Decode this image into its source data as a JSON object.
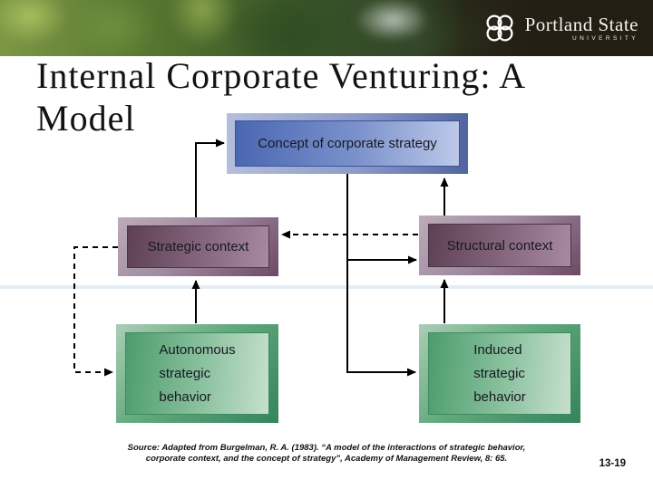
{
  "header": {
    "logo_name": "Portland State",
    "logo_sub": "UNIVERSITY"
  },
  "title": "Internal Corporate Venturing: A Model",
  "diagram": {
    "nodes": {
      "concept": {
        "label": "Concept of corporate strategy",
        "color_dark": "#4a67b2",
        "color_light": "#bdc9e9"
      },
      "strategic": {
        "label": "Strategic context",
        "color_dark": "#5e4055",
        "color_light": "#a88ba0"
      },
      "structural": {
        "label": "Structural context",
        "color_dark": "#5e4055",
        "color_light": "#a88ba0"
      },
      "autonomous": {
        "label": "Autonomous strategic behavior",
        "color_dark": "#4d9c6e",
        "color_light": "#c6e0cd"
      },
      "induced": {
        "label": "Induced strategic behavior",
        "color_dark": "#4d9c6e",
        "color_light": "#c6e0cd"
      }
    },
    "edges": [
      {
        "from": "strategic",
        "to": "concept",
        "style": "solid"
      },
      {
        "from": "concept",
        "to": "structural",
        "style": "solid"
      },
      {
        "from": "concept",
        "to": "induced",
        "style": "solid"
      },
      {
        "from": "structural",
        "to": "concept",
        "style": "solid"
      },
      {
        "from": "induced",
        "to": "structural",
        "style": "solid"
      },
      {
        "from": "autonomous",
        "to": "strategic",
        "style": "solid"
      },
      {
        "from": "structural",
        "to": "strategic",
        "style": "dashed"
      },
      {
        "from": "strategic",
        "to": "autonomous",
        "style": "dashed"
      }
    ],
    "line_color": "#000000"
  },
  "footer": {
    "source_line1": "Source: Adapted from Burgelman, R. A. (1983). “A model of the interactions of strategic behavior,",
    "source_line2": "corporate context, and the concept of strategy”, Academy of Management Review, 8: 65.",
    "page": "13-19"
  }
}
